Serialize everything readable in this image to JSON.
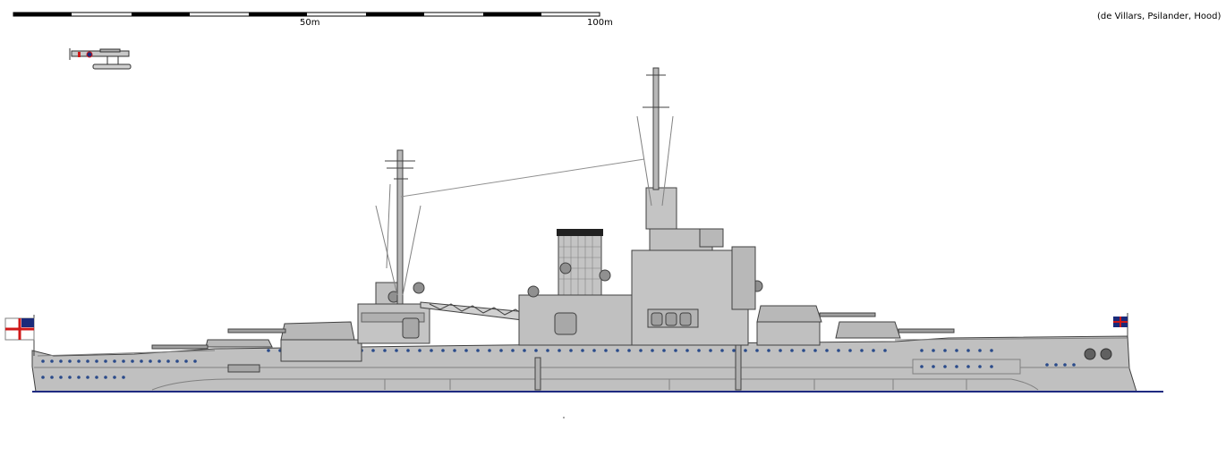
{
  "scale": {
    "label_mid": "50m",
    "label_end": "100m"
  },
  "credits": "(de Villars, Psilander, Hood)",
  "colors": {
    "hull": "#c0c0c0",
    "hull_dark": "#a8a8a8",
    "outline": "#404040",
    "waterline": "#1e2a80",
    "portholes": "#2a4a8a",
    "funnel_cap": "#202020",
    "flag_red": "#d01818",
    "flag_blue": "#1a2a7a"
  }
}
